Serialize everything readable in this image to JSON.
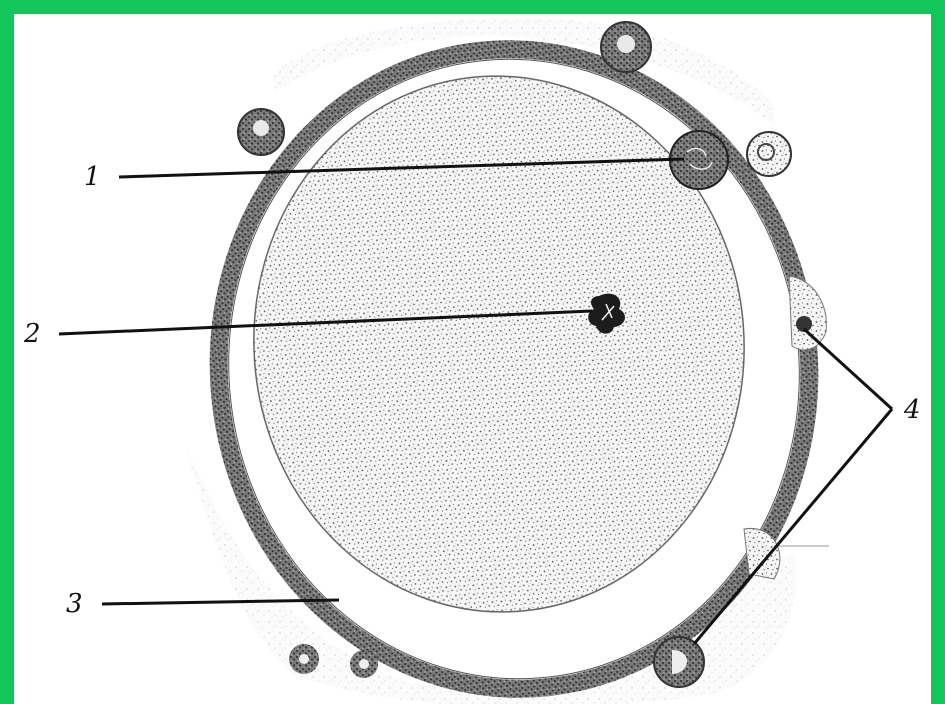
{
  "colors": {
    "border": "#12c65a",
    "background": "#ffffff",
    "ink": "#111111"
  },
  "labels": {
    "l1": "1",
    "l2": "2",
    "l3": "3",
    "l4": "4"
  }
}
